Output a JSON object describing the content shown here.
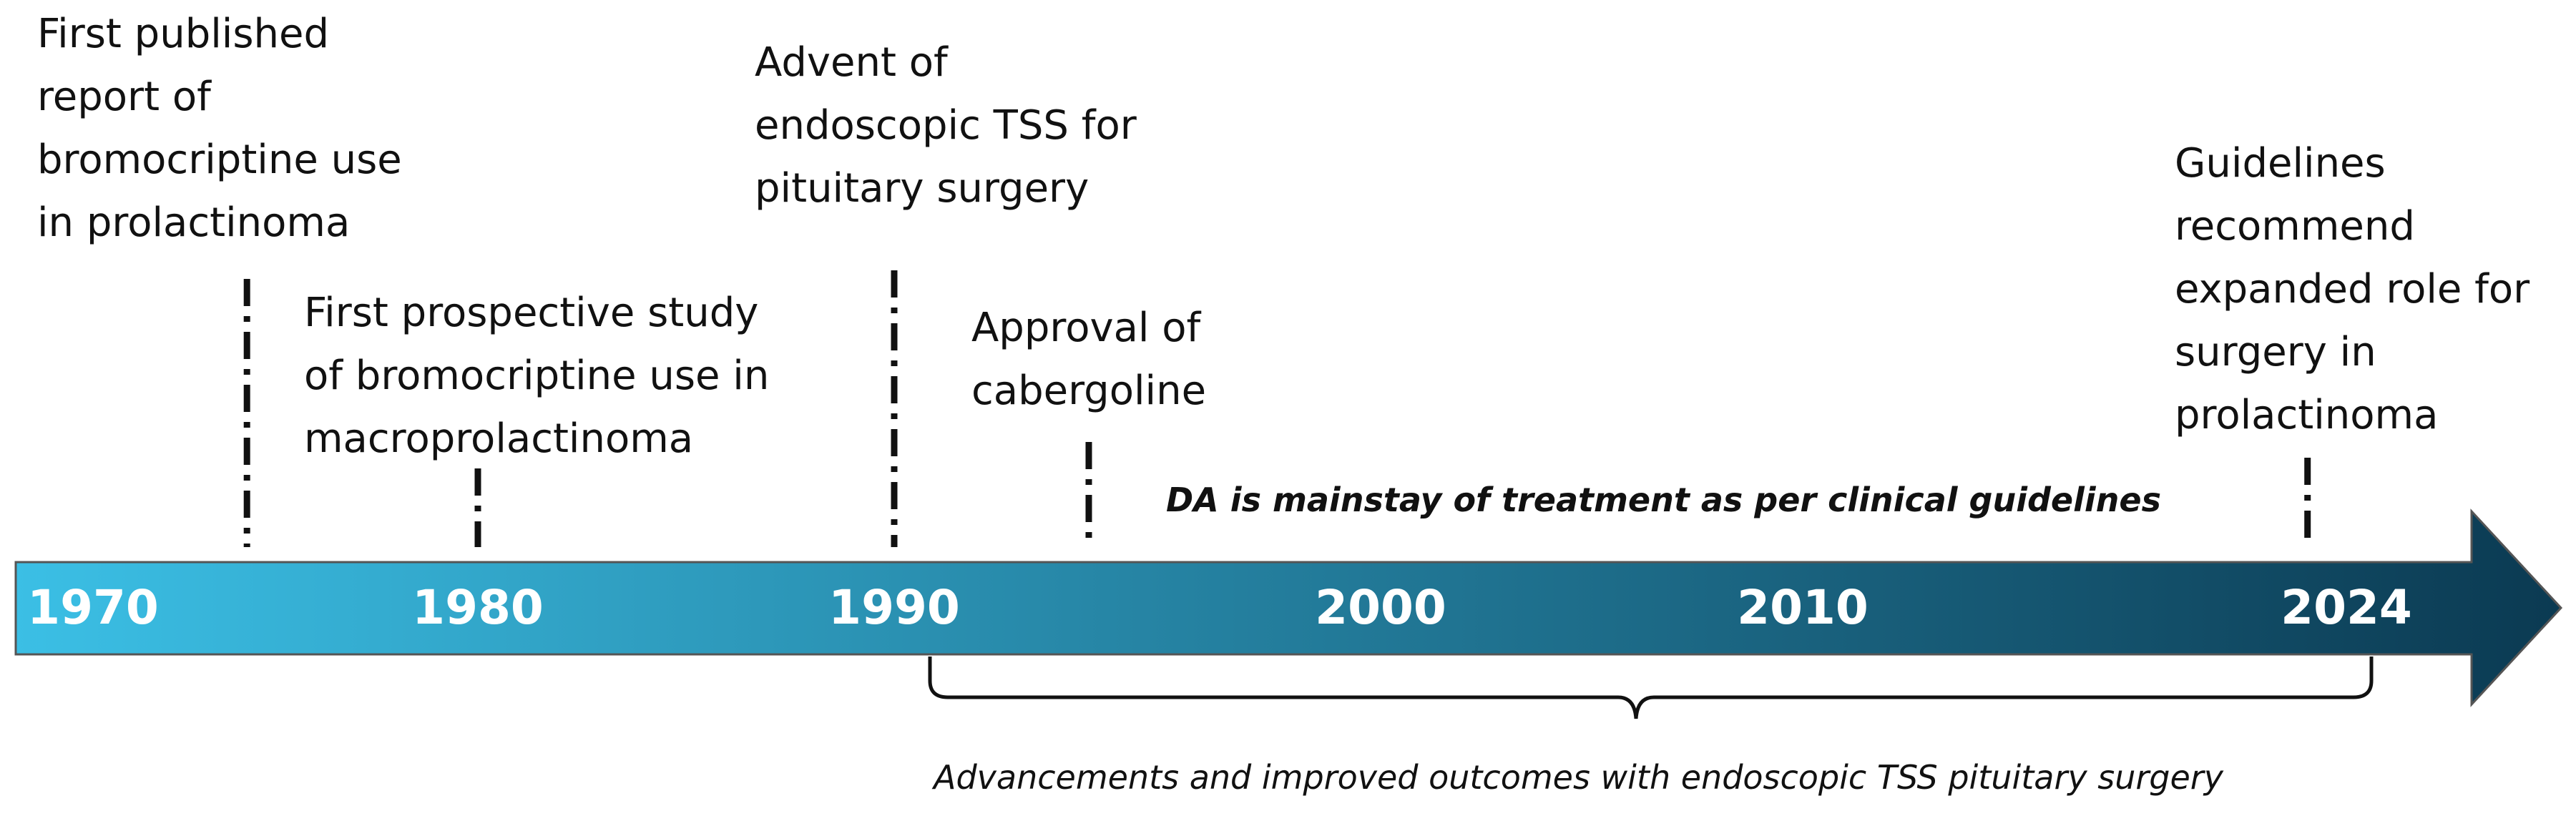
{
  "timeline": {
    "start_year": 1970,
    "end_year": 2024,
    "axis_labels": [
      "1970",
      "1980",
      "1990",
      "2000",
      "2010",
      "2024"
    ],
    "gradient_start": "#3bbfe5",
    "gradient_end": "#0b3a52",
    "label_color": "#ffffff"
  },
  "events": [
    {
      "year": 1974,
      "text": "First published\nreport of\nbromocriptine use\nin prolactinoma"
    },
    {
      "year": 1980,
      "text": "First prospective study\nof bromocriptine use in\nmacroprolactinoma"
    },
    {
      "year": 1990,
      "text": "Advent of\nendoscopic TSS for\npituitary surgery"
    },
    {
      "year": 1994,
      "text": "Approval of\ncabergoline"
    },
    {
      "year": 2023,
      "text": "Guidelines\nrecommend\nexpanded role for\nsurgery in\nprolactinoma"
    }
  ],
  "annotations": {
    "mainstay": "DA is mainstay of treatment as per clinical guidelines",
    "advancements": "Advancements and improved outcomes with endoscopic TSS pituitary surgery"
  }
}
